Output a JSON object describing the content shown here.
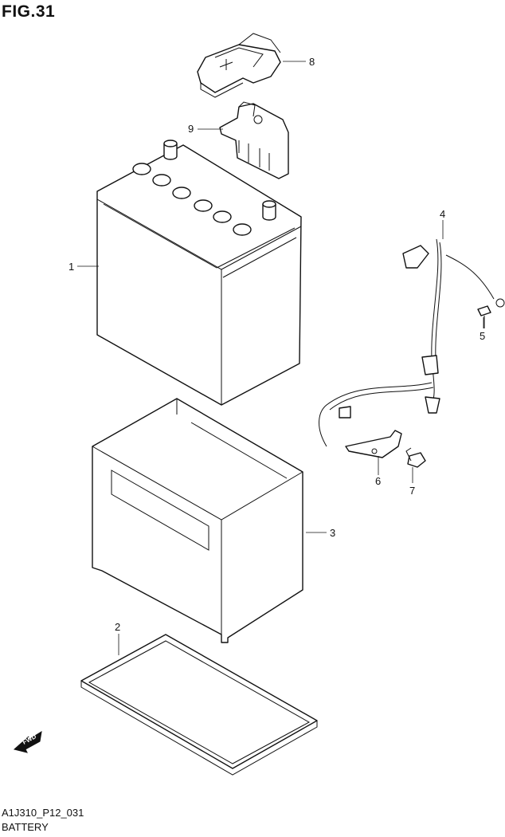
{
  "header": {
    "title": "FIG.31"
  },
  "footer": {
    "code": "A1J310_P12_031",
    "name": "BATTERY"
  },
  "direction_badge": {
    "text": "FWD"
  },
  "callouts": [
    {
      "num": "1"
    },
    {
      "num": "2"
    },
    {
      "num": "3"
    },
    {
      "num": "4"
    },
    {
      "num": "5"
    },
    {
      "num": "6"
    },
    {
      "num": "7"
    },
    {
      "num": "8"
    },
    {
      "num": "9"
    }
  ]
}
